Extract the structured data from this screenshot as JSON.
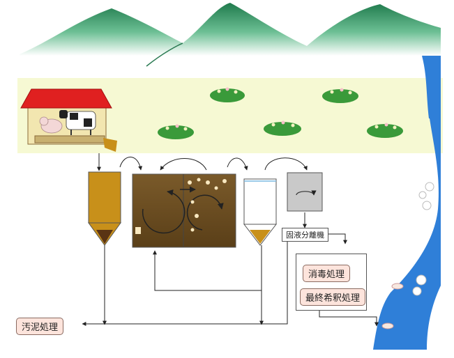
{
  "labels": {
    "solid_liquid_separator": "固液分離機",
    "disinfection": "消毒処理",
    "final_dilution": "最終希釈処理",
    "sludge_treatment": "汚泥処理"
  },
  "colors": {
    "mountain": "#3a9a6c",
    "field": "#f6f9d3",
    "barn_roof": "#e02020",
    "barn_wall": "#f2e6b0",
    "manure": "#c8901a",
    "tank_liquid": "#7a5a2a",
    "river": "#2f7fd8",
    "label_box": "#fde4dc"
  }
}
